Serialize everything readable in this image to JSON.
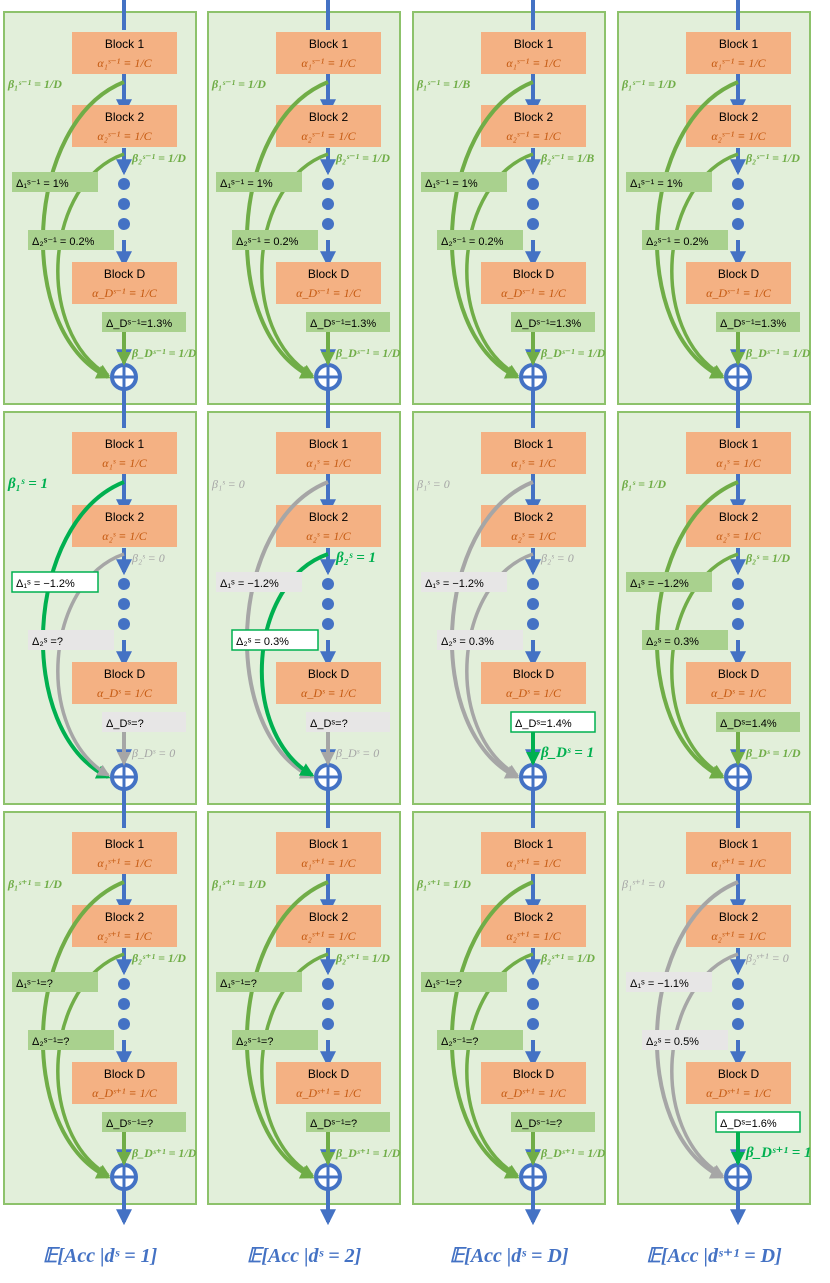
{
  "colors": {
    "panel_fill": "#e2efda",
    "panel_stroke": "#8dc26b",
    "block_fill": "#f4b183",
    "block_text": "#000000",
    "alpha_text": "#c55a11",
    "flow_blue": "#4472c4",
    "skip_green": "#70ad47",
    "active_green": "#00b050",
    "inactive_gray": "#a6a6a6",
    "label_green_bg": "#a9d18e",
    "label_gray_bg": "#e7e6e6"
  },
  "block_labels": {
    "first": "Block 1",
    "second": "Block 2",
    "last": "Block D"
  },
  "alpha_labels": {
    "prev": [
      "α₁ˢ⁻¹ ≡ 1/C",
      "α₂ˢ⁻¹ ≡ 1/C",
      "α_Dˢ⁻¹ ≡ 1/C"
    ],
    "cur": [
      "α₁ˢ ≡ 1/C",
      "α₂ˢ ≡ 1/C",
      "α_Dˢ ≡ 1/C"
    ],
    "next": [
      "α₁ˢ⁺¹ ≡ 1/C",
      "α₂ˢ⁺¹ ≡ 1/C",
      "α_Dˢ⁺¹ ≡ 1/C"
    ]
  },
  "columns": [
    {
      "caption": "𝔼[Acc |dˢ = 1]",
      "rows": [
        {
          "beta1": "β₁ˢ⁻¹ = 1/D",
          "beta2": "β₂ˢ⁻¹ = 1/D",
          "betaD": "β_Dˢ⁻¹ = 1/D",
          "delta1": "Δ₁ˢ⁻¹ = 1%",
          "delta2": "Δ₂ˢ⁻¹ = 0.2%",
          "deltaD": "Δ_Dˢ⁻¹=1.3%",
          "c1": "green",
          "c2": "green",
          "cD": "green"
        },
        {
          "beta1": "β₁ˢ = 1",
          "beta2": "β₂ˢ = 0",
          "betaD": "β_Dˢ = 0",
          "delta1": "Δ₁ˢ = −1.2%",
          "delta2": "Δ₂ˢ =?",
          "deltaD": "Δ_Dˢ=?",
          "c1": "active",
          "c2": "gray",
          "cD": "gray"
        },
        {
          "beta1": "β₁ˢ⁺¹ = 1/D",
          "beta2": "β₂ˢ⁺¹ = 1/D",
          "betaD": "β_Dˢ⁺¹ = 1/D",
          "delta1": "Δ₁ˢ⁻¹=?",
          "delta2": "Δ₂ˢ⁻¹=?",
          "deltaD": "Δ_Dˢ⁻¹=?",
          "c1": "green",
          "c2": "green",
          "cD": "green"
        }
      ]
    },
    {
      "caption": "𝔼[Acc |dˢ = 2]",
      "rows": [
        {
          "beta1": "β₁ˢ⁻¹ = 1/D",
          "beta2": "β₂ˢ⁻¹ = 1/D",
          "betaD": "β_Dˢ⁻¹ = 1/D",
          "delta1": "Δ₁ˢ⁻¹ = 1%",
          "delta2": "Δ₂ˢ⁻¹ = 0.2%",
          "deltaD": "Δ_Dˢ⁻¹=1.3%",
          "c1": "green",
          "c2": "green",
          "cD": "green"
        },
        {
          "beta1": "β₁ˢ = 0",
          "beta2": "β₂ˢ = 1",
          "betaD": "β_Dˢ = 0",
          "delta1": "Δ₁ˢ = −1.2%",
          "delta2": "Δ₂ˢ = 0.3%",
          "deltaD": "Δ_Dˢ=?",
          "c1": "gray",
          "c2": "active",
          "cD": "gray"
        },
        {
          "beta1": "β₁ˢ⁺¹ = 1/D",
          "beta2": "β₂ˢ⁺¹ = 1/D",
          "betaD": "β_Dˢ⁺¹ = 1/D",
          "delta1": "Δ₁ˢ⁻¹=?",
          "delta2": "Δ₂ˢ⁻¹=?",
          "deltaD": "Δ_Dˢ⁻¹=?",
          "c1": "green",
          "c2": "green",
          "cD": "green"
        }
      ]
    },
    {
      "caption": "𝔼[Acc |dˢ = D]",
      "rows": [
        {
          "beta1": "β₁ˢ⁻¹ = 1/B",
          "beta2": "β₂ˢ⁻¹ = 1/B",
          "betaD": "β_Dˢ⁻¹ = 1/D",
          "delta1": "Δ₁ˢ⁻¹ = 1%",
          "delta2": "Δ₂ˢ⁻¹ = 0.2%",
          "deltaD": "Δ_Dˢ⁻¹=1.3%",
          "c1": "green",
          "c2": "green",
          "cD": "green"
        },
        {
          "beta1": "β₁ˢ = 0",
          "beta2": "β₂ˢ = 0",
          "betaD": "β_Dˢ = 1",
          "delta1": "Δ₁ˢ = −1.2%",
          "delta2": "Δ₂ˢ = 0.3%",
          "deltaD": "Δ_Dˢ=1.4%",
          "c1": "gray",
          "c2": "gray",
          "cD": "active"
        },
        {
          "beta1": "β₁ˢ⁺¹ = 1/D",
          "beta2": "β₂ˢ⁺¹ = 1/D",
          "betaD": "β_Dˢ⁺¹ = 1/D",
          "delta1": "Δ₁ˢ⁻¹=?",
          "delta2": "Δ₂ˢ⁻¹=?",
          "deltaD": "Δ_Dˢ⁻¹=?",
          "c1": "green",
          "c2": "green",
          "cD": "green"
        }
      ]
    },
    {
      "caption": "𝔼[Acc |dˢ⁺¹ = D]",
      "rows": [
        {
          "beta1": "β₁ˢ⁻¹ = 1/D",
          "beta2": "β₂ˢ⁻¹ = 1/D",
          "betaD": "β_Dˢ⁻¹ = 1/D",
          "delta1": "Δ₁ˢ⁻¹ = 1%",
          "delta2": "Δ₂ˢ⁻¹ = 0.2%",
          "deltaD": "Δ_Dˢ⁻¹=1.3%",
          "c1": "green",
          "c2": "green",
          "cD": "green"
        },
        {
          "beta1": "β₁ˢ = 1/D",
          "beta2": "β₂ˢ = 1/D",
          "betaD": "β_Dˢ = 1/D",
          "delta1": "Δ₁ˢ = −1.2%",
          "delta2": "Δ₂ˢ = 0.3%",
          "deltaD": "Δ_Dˢ=1.4%",
          "c1": "green",
          "c2": "green",
          "cD": "green"
        },
        {
          "beta1": "β₁ˢ⁺¹ = 0",
          "beta2": "β₂ˢ⁺¹ = 0",
          "betaD": "β_Dˢ⁺¹ = 1",
          "delta1": "Δ₁ˢ = −1.1%",
          "delta2": "Δ₂ˢ = 0.5%",
          "deltaD": "Δ_Dˢ=1.6%",
          "c1": "gray",
          "c2": "gray",
          "cD": "active"
        }
      ]
    }
  ]
}
